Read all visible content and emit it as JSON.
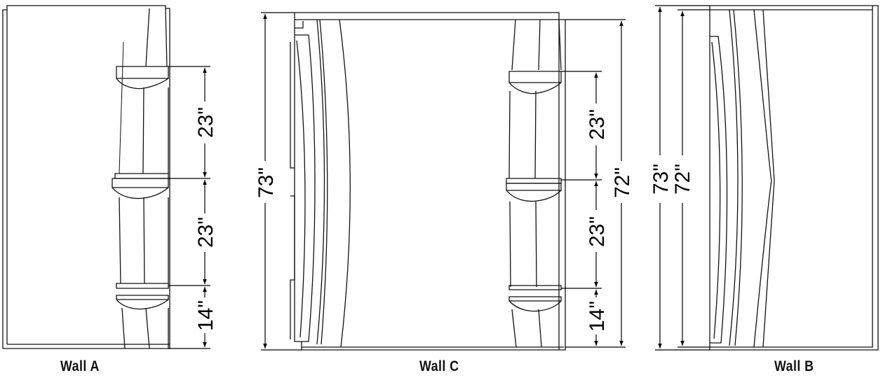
{
  "walls": [
    {
      "label": "Wall A",
      "dimensions": [
        "23\"",
        "23\"",
        "14\""
      ]
    },
    {
      "label": "Wall C",
      "overall_height": "73\"",
      "interior_height": "72\"",
      "dimensions": [
        "23\"",
        "23\"",
        "14\""
      ]
    },
    {
      "label": "Wall B",
      "overall_height": "73\"",
      "interior_height": "72\""
    }
  ]
}
